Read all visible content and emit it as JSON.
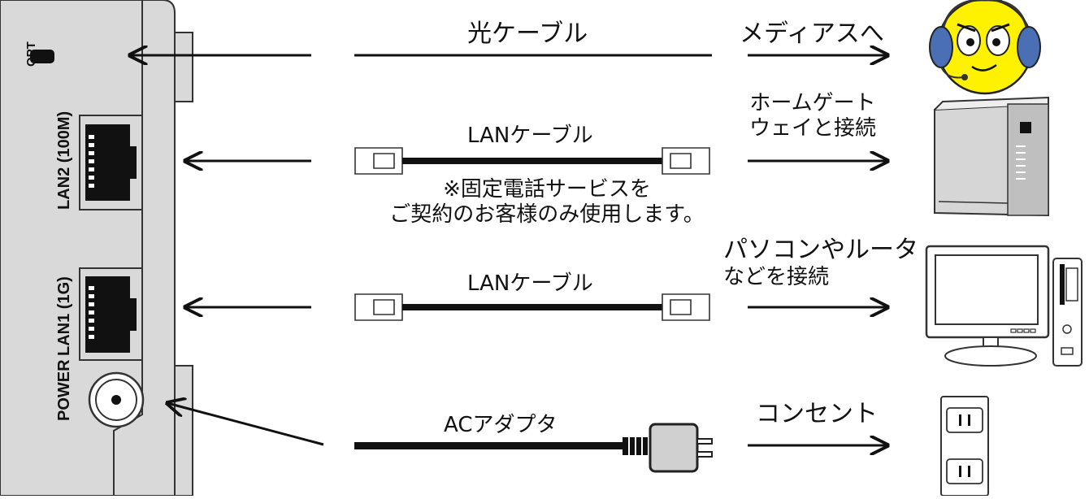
{
  "device": {
    "ports": {
      "opt": "OPT",
      "lan2": "LAN2 (100M)",
      "lan1": "LAN1 (1G)",
      "power": "POWER"
    }
  },
  "rows": [
    {
      "cable": "光ケーブル",
      "destination": "メディアスへ"
    },
    {
      "cable": "LANケーブル",
      "destination_lines": [
        "ホームゲート",
        "ウェイと接続"
      ],
      "note_lines": [
        "※固定電話サービスを",
        "ご契約のお客様のみ使用します。"
      ]
    },
    {
      "cable": "LANケーブル",
      "destination_lines": [
        "パソコンやルータ",
        "などを接続"
      ]
    },
    {
      "cable": "ACアダプタ",
      "destination": "コンセント"
    }
  ],
  "icons": [
    "mascot-with-headset-icon",
    "home-gateway-icon",
    "desktop-computer-icon",
    "wall-outlet-icon"
  ],
  "colors": {
    "device_body": "#d9d9d9",
    "outline": "#222222",
    "headset": "#4a6fb5",
    "face": "#fff200",
    "highlight": "#ff4fa0"
  }
}
